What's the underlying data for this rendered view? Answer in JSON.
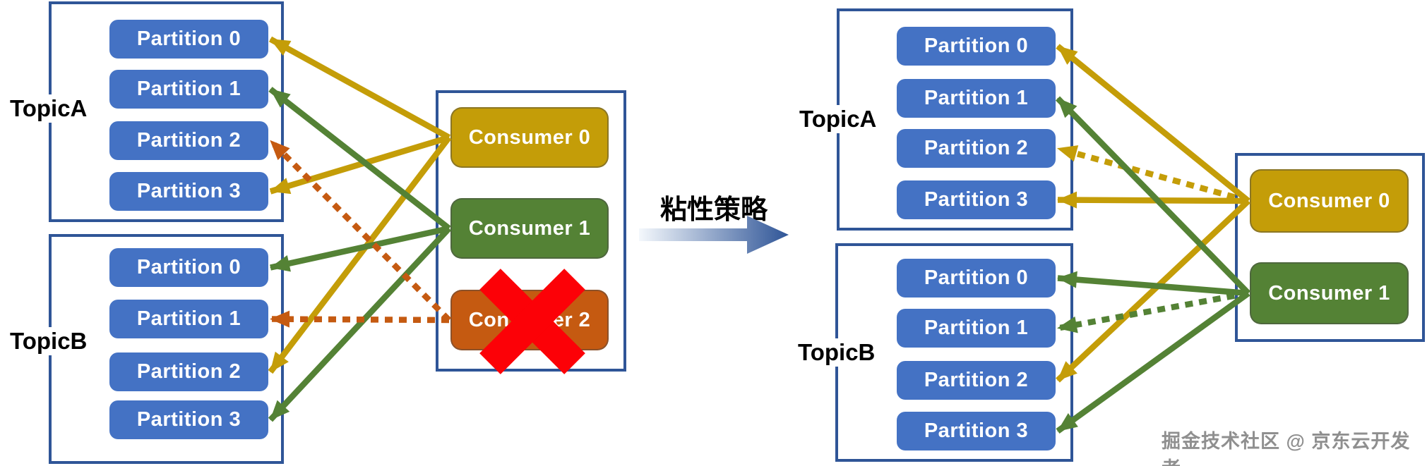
{
  "transition": {
    "label": "粘性策略"
  },
  "watermark": "掘金技术社区 @ 京东云开发者",
  "left": {
    "topicA": {
      "label": "TopicA",
      "partitions": [
        "Partition 0",
        "Partition 1",
        "Partition 2",
        "Partition 3"
      ]
    },
    "topicB": {
      "label": "TopicB",
      "partitions": [
        "Partition 0",
        "Partition 1",
        "Partition 2",
        "Partition 3"
      ]
    },
    "consumers": [
      "Consumer 0",
      "Consumer 1",
      "Consumer 2"
    ],
    "crossed_out_consumer": "Consumer 2"
  },
  "right": {
    "topicA": {
      "label": "TopicA",
      "partitions": [
        "Partition 0",
        "Partition 1",
        "Partition 2",
        "Partition 3"
      ]
    },
    "topicB": {
      "label": "TopicB",
      "partitions": [
        "Partition 0",
        "Partition 1",
        "Partition 2",
        "Partition 3"
      ]
    },
    "consumers": [
      "Consumer 0",
      "Consumer 1"
    ]
  },
  "colors": {
    "partition_blue": "#4472C4",
    "box_border": "#2F5597",
    "gold": "#C49D08",
    "green": "#548235",
    "orange": "#C55A11",
    "red": "#FC0107",
    "gradient_light": "#F4F8FC",
    "gradient_dark": "#2F5597"
  },
  "connections": {
    "left": [
      {
        "from": "l-c0",
        "to": "l-a0",
        "color": "gold",
        "style": "solid"
      },
      {
        "from": "l-c0",
        "to": "l-a3",
        "color": "gold",
        "style": "solid"
      },
      {
        "from": "l-c0",
        "to": "l-b2",
        "color": "gold",
        "style": "solid"
      },
      {
        "from": "l-c1",
        "to": "l-a1",
        "color": "green",
        "style": "solid"
      },
      {
        "from": "l-c1",
        "to": "l-b0",
        "color": "green",
        "style": "solid"
      },
      {
        "from": "l-c1",
        "to": "l-b3",
        "color": "green",
        "style": "solid"
      },
      {
        "from": "l-c2",
        "to": "l-a2",
        "color": "orange",
        "style": "dotted"
      },
      {
        "from": "l-c2",
        "to": "l-b1",
        "color": "orange",
        "style": "dotted"
      }
    ],
    "right": [
      {
        "from": "r-c0",
        "to": "r-a0",
        "color": "gold",
        "style": "solid"
      },
      {
        "from": "r-c0",
        "to": "r-a2",
        "color": "gold",
        "style": "dotted"
      },
      {
        "from": "r-c0",
        "to": "r-a3",
        "color": "gold",
        "style": "solid"
      },
      {
        "from": "r-c0",
        "to": "r-b2",
        "color": "gold",
        "style": "solid"
      },
      {
        "from": "r-c1",
        "to": "r-a1",
        "color": "green",
        "style": "solid"
      },
      {
        "from": "r-c1",
        "to": "r-b0",
        "color": "green",
        "style": "solid"
      },
      {
        "from": "r-c1",
        "to": "r-b1",
        "color": "green",
        "style": "dotted"
      },
      {
        "from": "r-c1",
        "to": "r-b3",
        "color": "green",
        "style": "solid"
      }
    ]
  }
}
